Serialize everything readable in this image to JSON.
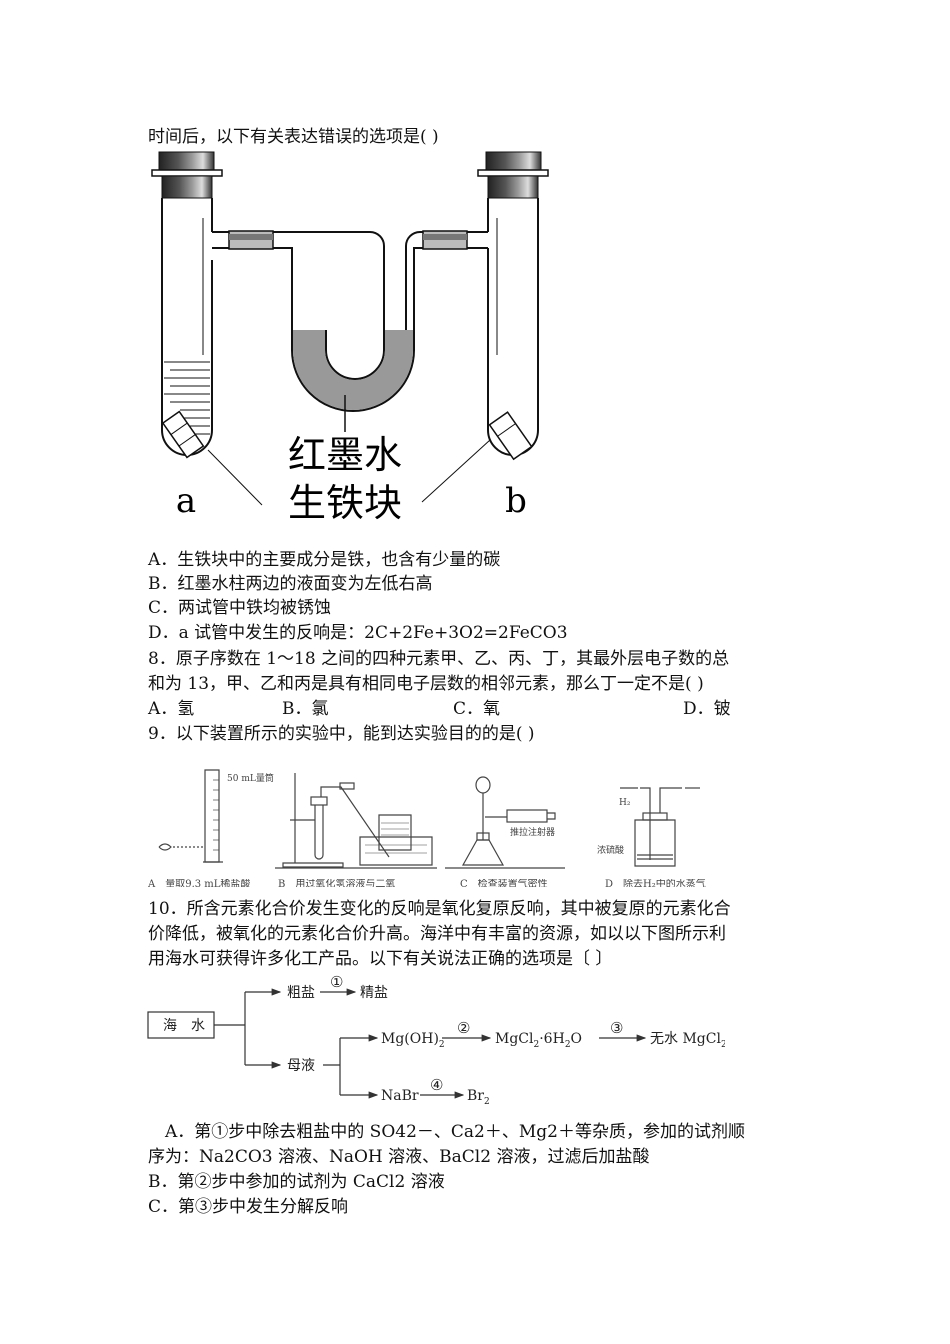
{
  "q7": {
    "stem_tail": "时间后，以下有关表达错误的选项是(        )",
    "figure": {
      "labels": {
        "ink": "红墨水",
        "iron": "生铁块",
        "tube_a": "a",
        "tube_b": "b"
      }
    },
    "options": [
      "A．生铁块中的主要成分是铁，也含有少量的碳",
      "B．红墨水柱两边的液面变为左低右高",
      "C．两试管中铁均被锈蚀",
      "D．a 试管中发生的反响是：2C+2Fe+3O2=2FeCO3"
    ]
  },
  "q8": {
    "stem_line1": " 8．原子序数在 1～18 之间的四种元素甲、乙、丙、丁，其最外层电子数的总",
    "stem_line2": "和为 13，甲、乙和丙是具有相同电子层数的相邻元素，那么丁一定不是(        )",
    "options": [
      "A．氢",
      "B．氯",
      "C．氧",
      "D．铍"
    ]
  },
  "q9": {
    "stem": " 9．以下装置所示的实验中，能到达实验目的的是(        )",
    "figure": {
      "cylinder_label": "50 mL量筒",
      "syringe_label": "推拉注射器",
      "gas_label": "H₂",
      "acid_label": "浓硫酸",
      "captions": [
        "A　量取9.3 mL稀盐酸",
        "B　用过氧化氢溶液与二氧",
        "C　检查装置气密性",
        "D　除去H₂中的水蒸气"
      ]
    }
  },
  "q10": {
    "stem_line1": "10．所含元素化合价发生变化的反响是氧化复原反响，其中被复原的元素化合",
    "stem_line2": "价降低，被氧化的元素化合价升高。海洋中有丰富的资源，如以以下图所示利",
    "stem_line3": "用海水可获得许多化工产品。以下有关说法正确的选项是〔        〕",
    "flow": {
      "source": "海　水",
      "crude_salt": "粗盐",
      "refined_salt": "精盐",
      "mother_liquor": "母液",
      "mgoh2": "Mg(OH)",
      "mgoh2_sub": "2",
      "mgcl2_hydrate": "MgCl",
      "mgcl2_hydrate_sub": "2",
      "mgcl2_hydrate_tail": "·6H",
      "mgcl2_hydrate_sub2": "2",
      "mgcl2_hydrate_end": "O",
      "anhydrous": "无水 MgCl",
      "anhydrous_sub": "2",
      "nabr": "NaBr",
      "br2": "Br",
      "br2_sub": "2",
      "steps": [
        "①",
        "②",
        "③",
        "④"
      ]
    },
    "options": [
      "　A．第①步中除去粗盐中的 SO42－、Ca2＋、Mg2＋等杂质，参加的试剂顺",
      "序为：Na2CO3 溶液、NaOH 溶液、BaCl2 溶液，过滤后加盐酸",
      "B．第②步中参加的试剂为 CaCl2 溶液",
      "C．第③步中发生分解反响"
    ]
  }
}
